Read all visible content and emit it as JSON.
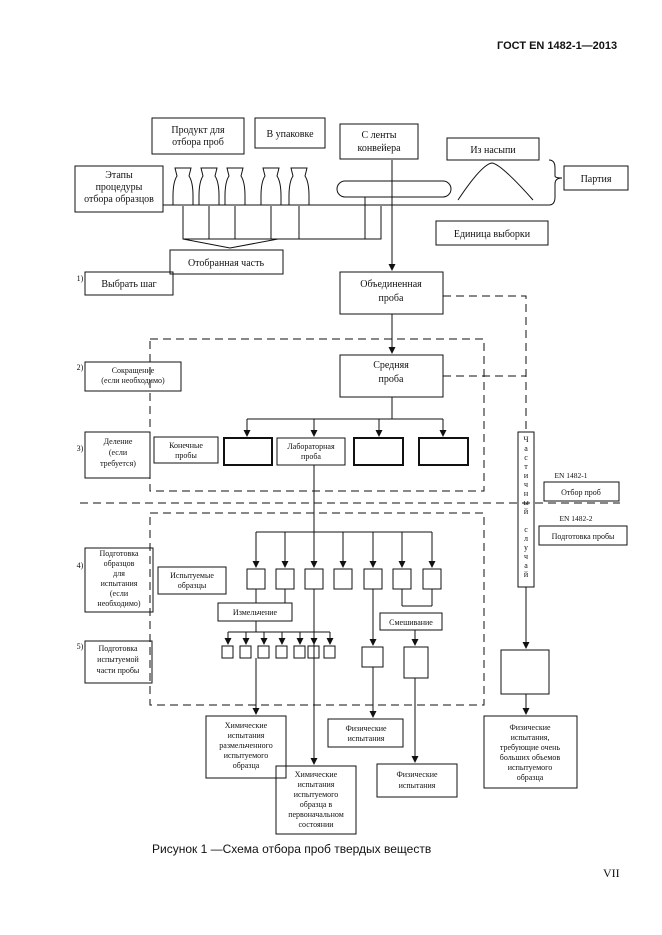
{
  "header": {
    "doc_code": "ГОСТ EN 1482-1—2013"
  },
  "footer": {
    "page_number": "VII"
  },
  "caption": "Рисунок 1 —Схема отбора проб твердых веществ",
  "diagram": {
    "sampling_sources": {
      "product": [
        "Продукт для",
        "отбора проб"
      ],
      "package": [
        "В упаковке"
      ],
      "conveyor": [
        "С ленты",
        "конвейера"
      ],
      "heap": [
        "Из насыпи"
      ],
      "lot": [
        "Партия"
      ],
      "stages": [
        "Этапы",
        "процедуры",
        "отбора образцов"
      ],
      "sampling_unit": [
        "Единица выборки"
      ],
      "selected_part": [
        "Отобранная часть"
      ]
    },
    "steps": {
      "step1_num": "1)",
      "step1": [
        "Выбрать шаг"
      ],
      "step2_num": "2)",
      "step2": [
        "Сокращение",
        "(если необходимо)"
      ],
      "step3_num": "3)",
      "step3": [
        "Деление",
        "(если",
        "требуется)"
      ],
      "step4_num": "4)",
      "step4": [
        "Подготовка",
        "образцов",
        "для",
        "испытания",
        "(если",
        "необходимо)"
      ],
      "step5_num": "5)",
      "step5": [
        "Подготовка",
        "испытуемой",
        "части пробы"
      ]
    },
    "samples": {
      "composite": [
        "Объединенная",
        "проба"
      ],
      "average": [
        "Средняя",
        "проба"
      ],
      "final": [
        "Конечные",
        "пробы"
      ],
      "laboratory": [
        "Лабораторная",
        "проба"
      ],
      "test_samples": [
        "Испытуемые",
        "образцы"
      ],
      "grinding": [
        "Измельчение"
      ],
      "mixing": [
        "Смешивание"
      ],
      "partial": [
        "Ч",
        "а",
        "с",
        "т",
        "и",
        "ч",
        "н",
        "ы",
        "й",
        "",
        "с",
        "л",
        "у",
        "ч",
        "а",
        "й"
      ]
    },
    "standards": {
      "en1": "EN 1482-1",
      "en1_label": [
        "Отбор проб"
      ],
      "en2": "EN 1482-2",
      "en2_label": [
        "Подготовка пробы"
      ]
    },
    "results": {
      "chem_ground": [
        "Химические",
        "испытания",
        "размельченного",
        "испытуемого",
        "образца"
      ],
      "phys1": [
        "Физические",
        "испытания"
      ],
      "chem_original": [
        "Химические",
        "испытания",
        "испытуемого",
        "образца в",
        "первоначальном",
        "состоянии"
      ],
      "phys2": [
        "Физические",
        "испытания"
      ],
      "phys_large": [
        "Физические",
        "испытания,",
        "требующие очень",
        "больших объемов",
        "испытуемого",
        "образца"
      ]
    }
  }
}
